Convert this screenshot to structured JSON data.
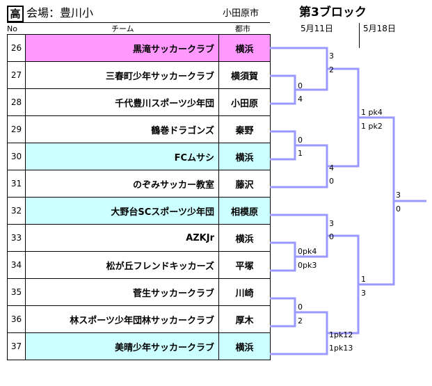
{
  "header": {
    "badge": "高",
    "venue": "会場：豊川小",
    "region": "小田原市",
    "block_title": "第3ブロック",
    "date_round1": "5月11日",
    "date_round2": "5月18日"
  },
  "columns": {
    "no": "No",
    "team": "チーム",
    "city": "都市"
  },
  "colors": {
    "bracket": "#9999ff",
    "highlight_magenta": "#ff99ff",
    "highlight_cyan": "#ccffff"
  },
  "teams": [
    {
      "no": "26",
      "team": "黒滝サッカークラブ",
      "city": "横浜",
      "highlight": "magenta"
    },
    {
      "no": "27",
      "team": "三春町少年サッカークラブ",
      "city": "横須賀",
      "highlight": "none"
    },
    {
      "no": "28",
      "team": "千代豊川スポーツ少年団",
      "city": "小田原",
      "highlight": "none"
    },
    {
      "no": "29",
      "team": "鶴巻ドラゴンズ",
      "city": "秦野",
      "highlight": "none"
    },
    {
      "no": "30",
      "team": "FCムサシ",
      "city": "横浜",
      "highlight": "cyan"
    },
    {
      "no": "31",
      "team": "のぞみサッカー教室",
      "city": "藤沢",
      "highlight": "none"
    },
    {
      "no": "32",
      "team": "大野台SCスポーツ少年団",
      "city": "相模原",
      "highlight": "cyan"
    },
    {
      "no": "33",
      "team": "AZKJr",
      "city": "横浜",
      "highlight": "none"
    },
    {
      "no": "34",
      "team": "松が丘フレンドキッカーズ",
      "city": "平塚",
      "highlight": "none"
    },
    {
      "no": "35",
      "team": "菅生サッカークラブ",
      "city": "川崎",
      "highlight": "none"
    },
    {
      "no": "36",
      "team": "林スポーツ少年団林サッカークラブ",
      "city": "厚木",
      "highlight": "none"
    },
    {
      "no": "37",
      "team": "美晴少年サッカークラブ",
      "city": "横浜",
      "highlight": "cyan"
    }
  ],
  "scores": [
    {
      "id": "m1-top",
      "text": "0"
    },
    {
      "id": "m1-bot",
      "text": "4"
    },
    {
      "id": "m2-top",
      "text": "0"
    },
    {
      "id": "m2-bot",
      "text": "1"
    },
    {
      "id": "m3-top",
      "text": "0pk4"
    },
    {
      "id": "m3-bot",
      "text": "0pk3"
    },
    {
      "id": "m4-top",
      "text": "0"
    },
    {
      "id": "m4-bot",
      "text": "2"
    },
    {
      "id": "m5-top",
      "text": "3"
    },
    {
      "id": "m5-bot",
      "text": "2"
    },
    {
      "id": "m6-top",
      "text": "4"
    },
    {
      "id": "m6-bot",
      "text": "0"
    },
    {
      "id": "m7-top",
      "text": "3"
    },
    {
      "id": "m7-bot",
      "text": "0"
    },
    {
      "id": "m8-top",
      "text": "1pk12"
    },
    {
      "id": "m8-bot",
      "text": "1pk13"
    },
    {
      "id": "m9-top",
      "text": "1 pk4"
    },
    {
      "id": "m9-bot",
      "text": "1 pk2"
    },
    {
      "id": "m10-top",
      "text": "1"
    },
    {
      "id": "m10-bot",
      "text": "3"
    },
    {
      "id": "final-top",
      "text": "3"
    },
    {
      "id": "final-bot",
      "text": "0"
    }
  ]
}
